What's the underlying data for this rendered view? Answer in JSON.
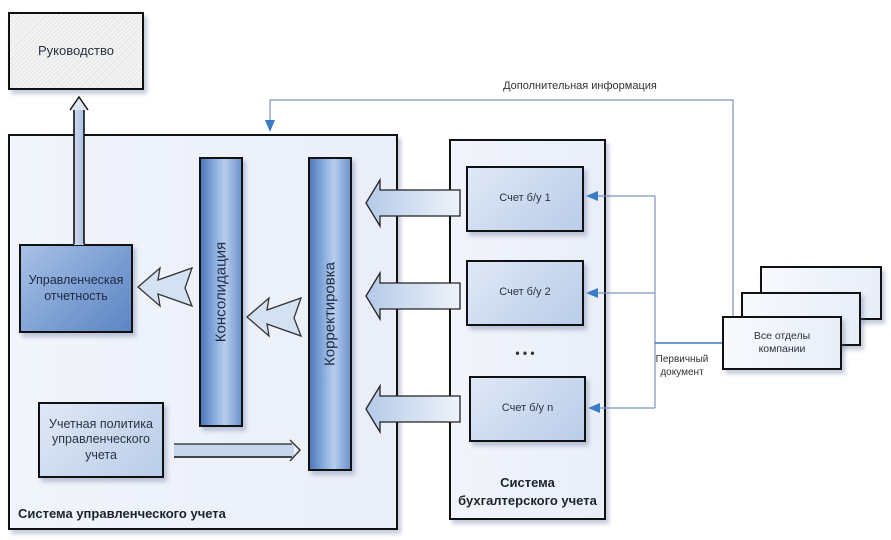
{
  "diagram": {
    "management_box": "Руководство",
    "additional_info_label": "Дополнительная информация",
    "mgmt_system": {
      "caption": "Система управленческого учета",
      "reporting": "Управленческая отчетность",
      "consolidation": "Консолидация",
      "correction": "Корректировка",
      "policy": "Учетная политика управленческого учета"
    },
    "accounting_system": {
      "caption": "Система бухгалтерского учета",
      "accounts": [
        "Счет б/у 1",
        "Счет б/у 2",
        "Счет б/у n"
      ],
      "ellipsis": "• • •"
    },
    "primary_document_label": "Первичный документ",
    "departments_box": "Все отделы компании",
    "colors": {
      "connector_blue": "#3a7cc6",
      "box_blue": "#7b9fd3",
      "container_bg": "#eef2fa"
    }
  }
}
